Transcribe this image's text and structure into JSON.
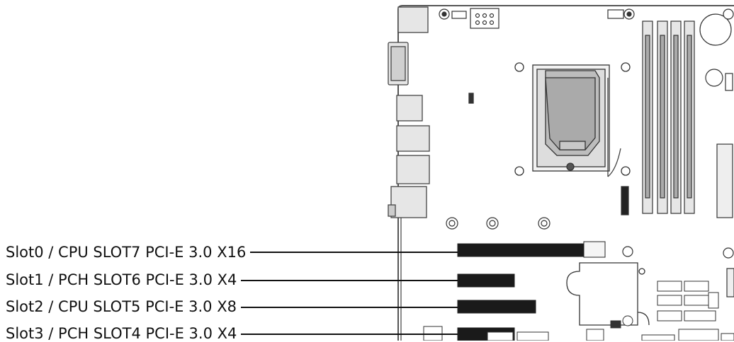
{
  "slots": [
    {
      "label": "Slot0 / CPU SLOT7 PCI-E 3.0 X16"
    },
    {
      "label": "Slot1 / PCH SLOT6 PCI-E 3.0 X4"
    },
    {
      "label": "Slot2 / CPU SLOT5 PCI-E 3.0 X8"
    },
    {
      "label": "Slot3 / PCH SLOT4 PCI-E 3.0 X4"
    }
  ],
  "colors": {
    "line": "#111111",
    "board_outline": "#555555",
    "component_fill": "#e6e6e6",
    "slot_fill": "#1a1a1a"
  }
}
